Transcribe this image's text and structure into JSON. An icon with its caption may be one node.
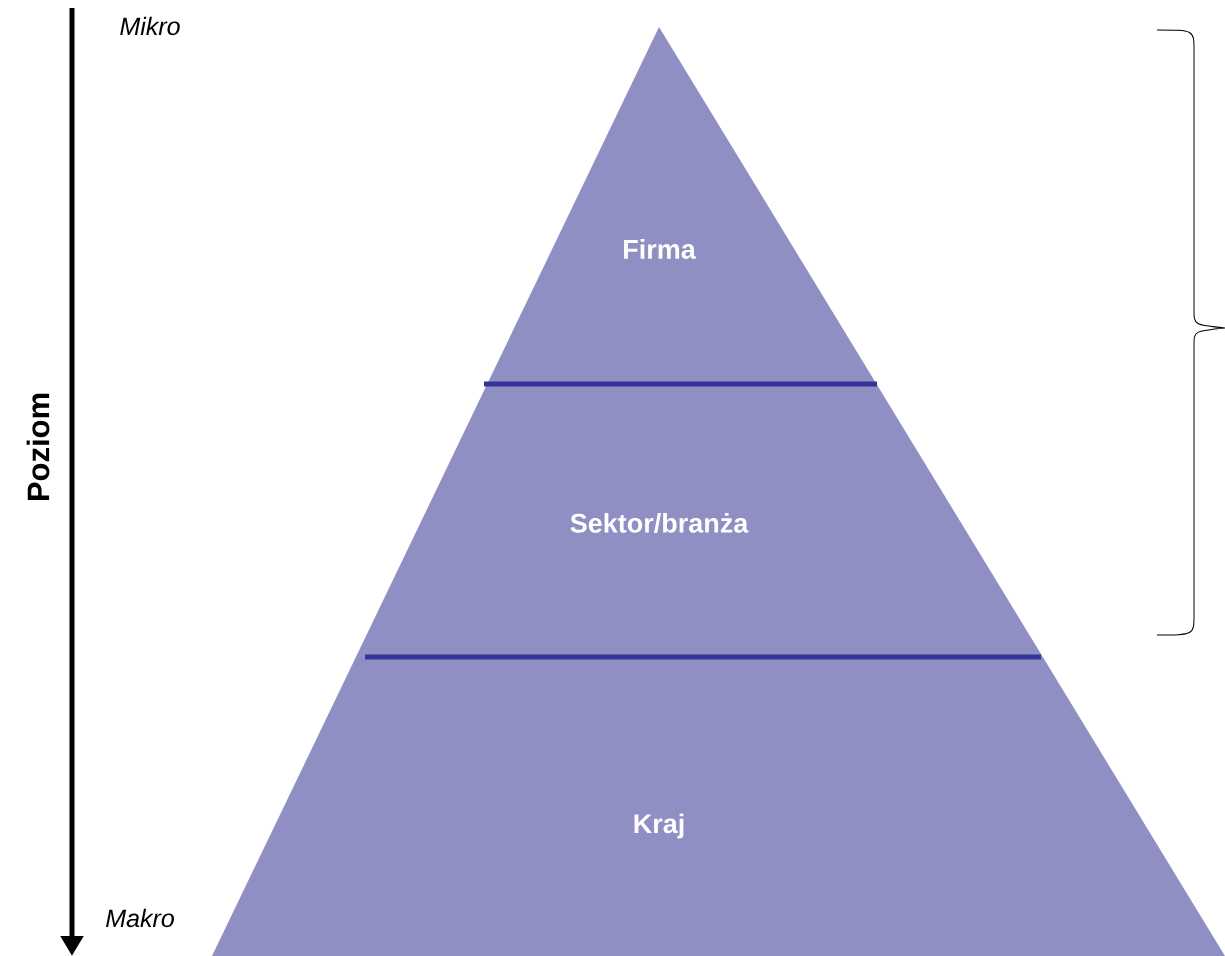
{
  "diagram": {
    "nodes": [
      {
        "text": [
          "Firma"
        ]
      },
      {
        "text": [
          "Sektor/branża"
        ]
      },
      {
        "text": [
          "Kraj"
        ]
      }
    ],
    "labels": [
      "Mikro",
      "Poziom",
      "Makro"
    ]
  }
}
